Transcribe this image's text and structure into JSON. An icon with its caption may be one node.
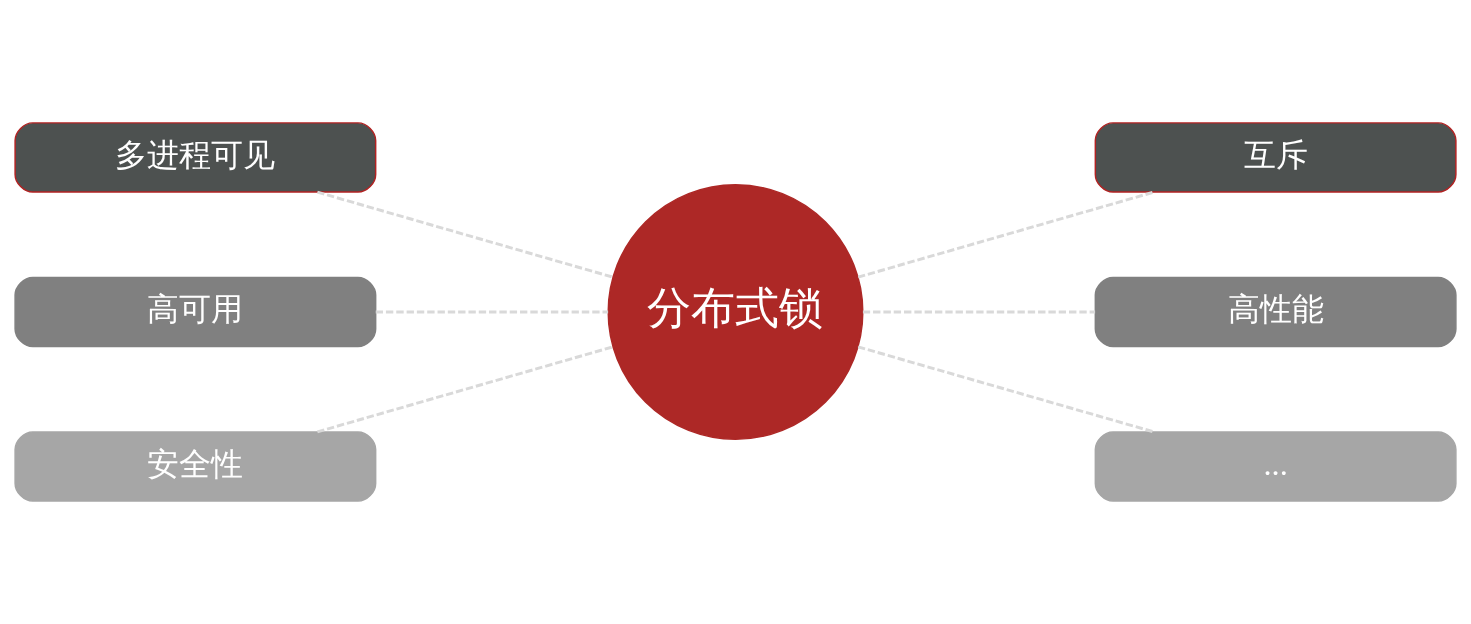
{
  "diagram": {
    "nodes": [
      {
        "text": [
          "多进程可见"
        ]
      },
      {
        "text": [
          "互斥"
        ]
      },
      {
        "text": [
          "高可用"
        ]
      },
      {
        "text": [
          "分布式锁"
        ]
      },
      {
        "text": [
          "高性能"
        ]
      },
      {
        "text": [
          "安全性"
        ]
      },
      {
        "text": [
          "..."
        ]
      }
    ],
    "edges": [
      {
        "from": 0,
        "to": 3,
        "arrow": "none",
        "style": "dashed"
      },
      {
        "from": 3,
        "to": 1,
        "arrow": "none",
        "style": "dashed"
      },
      {
        "from": 2,
        "to": 3,
        "arrow": "none",
        "style": "dashed"
      },
      {
        "from": 3,
        "to": 4,
        "arrow": "none",
        "style": "dashed"
      },
      {
        "from": 5,
        "to": 3,
        "arrow": "none",
        "style": "dashed"
      },
      {
        "from": 3,
        "to": 6,
        "arrow": "none",
        "style": "dashed"
      }
    ]
  }
}
